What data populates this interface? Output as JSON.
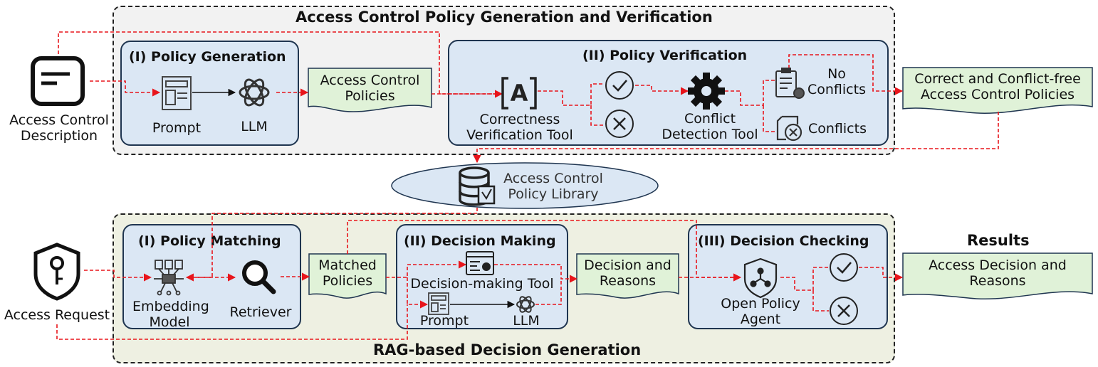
{
  "top_region": {
    "title": "Access Control Policy Generation and Verification"
  },
  "bottom_region": {
    "title": "RAG-based Decision Generation"
  },
  "inputs": {
    "description": [
      "Access Control",
      "Description"
    ],
    "request": "Access Request"
  },
  "policy_generation": {
    "title": "(I) Policy Generation",
    "prompt": "Prompt",
    "llm": "LLM"
  },
  "access_control_policies": [
    "Access Control",
    "Policies"
  ],
  "policy_verification": {
    "title": "(II) Policy Verification",
    "correctness_tool": [
      "Correctness",
      "Verification Tool"
    ],
    "conflict_tool": [
      "Conflict",
      "Detection Tool"
    ],
    "no_conflicts": [
      "No",
      "Conflicts"
    ],
    "conflicts": "Conflicts"
  },
  "correct_policies": [
    "Correct and Conflict-free",
    "Access Control Policies"
  ],
  "library": [
    "Access Control",
    "Policy Library"
  ],
  "policy_matching": {
    "title": "(I) Policy Matching",
    "embedding": [
      "Embedding",
      "Model"
    ],
    "retriever": "Retriever"
  },
  "matched_policies": [
    "Matched",
    "Policies"
  ],
  "decision_making": {
    "title": "(II) Decision Making",
    "tool": "Decision-making Tool",
    "prompt": "Prompt",
    "llm": "LLM"
  },
  "decision_reasons": [
    "Decision and",
    "Reasons"
  ],
  "decision_checking": {
    "title": "(III) Decision Checking",
    "agent": [
      "Open Policy",
      "Agent"
    ]
  },
  "results": {
    "title": "Results",
    "doc": [
      "Access Decision and",
      "Reasons"
    ]
  },
  "colors": {
    "box_fill": "#dbe7f4",
    "doc_fill": "#e0f2d8",
    "top_region_fill": "#f2f2f2",
    "bottom_region_fill": "#eef0e2",
    "flow_arrow": "#e8151b",
    "outline": "#1f3550"
  }
}
